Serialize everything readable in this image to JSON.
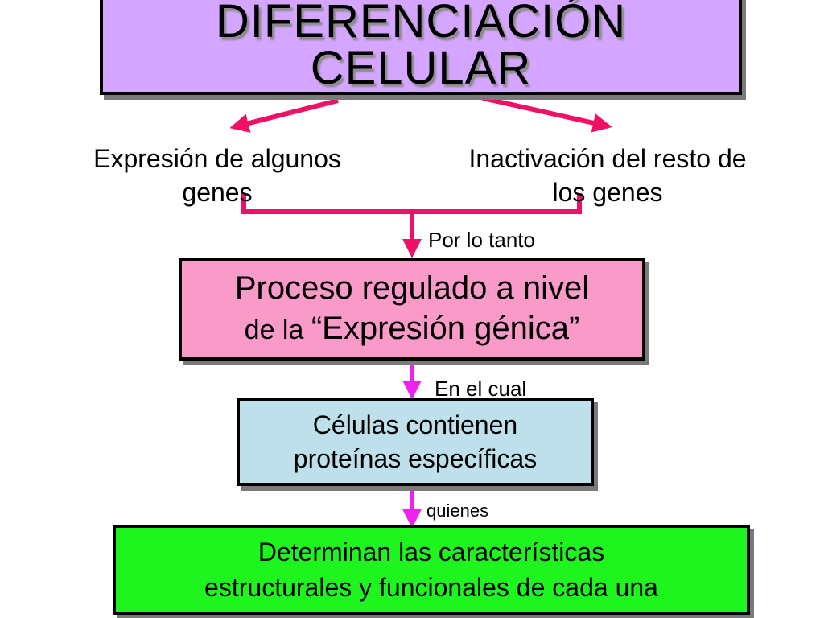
{
  "title": {
    "line1": "DIFERENCIACIÓN",
    "line2": "CELULAR"
  },
  "branches": {
    "left": {
      "line1": "Expresión de algunos",
      "line2": "genes"
    },
    "right": {
      "line1": "Inactivación del resto de",
      "line2": "los genes"
    }
  },
  "connectors": {
    "c1": "Por lo tanto",
    "c2": "En el cual",
    "c3": "quienes"
  },
  "proceso": {
    "line1": "Proceso regulado a nivel",
    "line2_prefix": "de la ",
    "line2_highlight": "“Expresión génica”"
  },
  "celulas": {
    "line1": "Células contienen",
    "line2": "proteínas específicas"
  },
  "determinan": {
    "line1": "Determinan las características",
    "line2": "estructurales y funcionales de cada una"
  },
  "colors": {
    "title_fill": "#d5a6ff",
    "proceso_fill": "#f99ac9",
    "celulas_fill": "#bde0ea",
    "determinan_fill": "#1ef41e",
    "arrow_red": "#ee1166",
    "arrow_magenta": "#ee22ee"
  }
}
